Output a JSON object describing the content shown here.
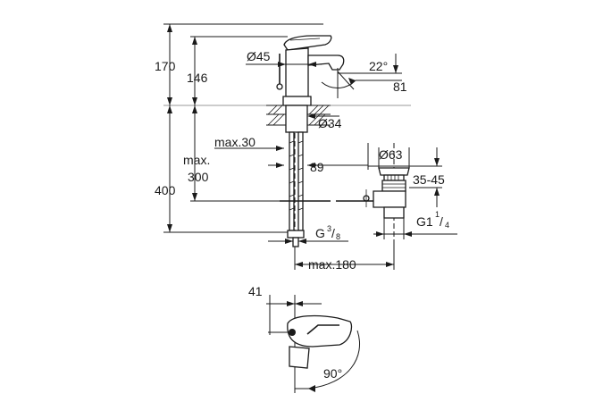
{
  "dimensions": {
    "height_total": "170",
    "height_spout": "146",
    "diameter_body": "Ø45",
    "angle_spout": "22°",
    "spout_reach": "81",
    "diameter_hole": "Ø34",
    "max_deck": "max.30",
    "max_hose_label": "max.",
    "max_hose_value": "300",
    "height_lower": "400",
    "distance_center": "89",
    "diameter_waste": "Ø63",
    "waste_range": "35-45",
    "waste_thread_main": "G1",
    "waste_thread_num": "1",
    "waste_thread_den": "4",
    "supply_thread_main": "G",
    "supply_thread_num": "3",
    "supply_thread_den": "8",
    "max_offset": "max.180",
    "lever_offset": "41",
    "lever_angle": "90°"
  }
}
